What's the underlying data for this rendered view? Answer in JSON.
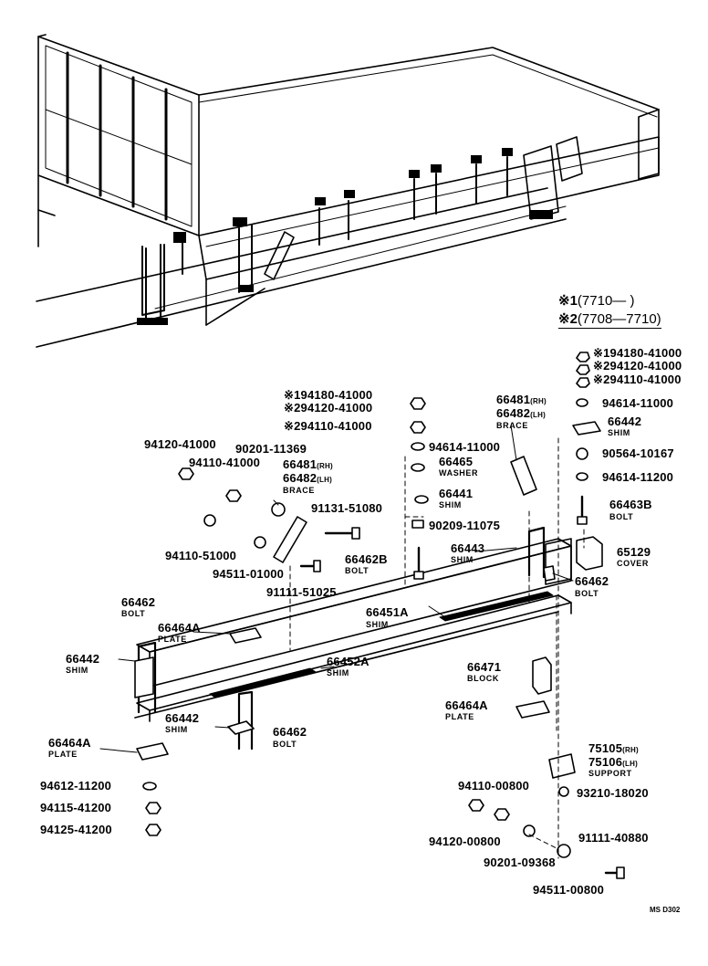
{
  "legend": [
    {
      "mark": "※1",
      "range": "(7710—      )"
    },
    {
      "mark": "※2",
      "range": "(7708—7710)"
    }
  ],
  "labels": {
    "ul_1": "※194180-41000",
    "ul_2": "※294120-41000",
    "ul_3": "※294110-41000",
    "a94120": "94120-41000",
    "a94110": "94110-41000",
    "a90201": "90201-11369",
    "a66481": "66481",
    "a66481s": "(RH)",
    "a66482": "66482",
    "a66482s": "(LH)",
    "brace": "BRACE",
    "a91131": "91131-51080",
    "a94110b": "94110-51000",
    "a94511": "94511-01000",
    "a91111": "91111-51025",
    "a66462b": "66462B",
    "bolt": "BOLT",
    "c66481": "66481",
    "c66481s": "(RH)",
    "c66482": "66482",
    "c66482s": "(LH)",
    "c_brace": "BRACE",
    "c94614": "94614-11000",
    "c66465": "66465",
    "washer": "WASHER",
    "c66441": "66441",
    "shim": "SHIM",
    "c90209": "90209-11075",
    "c66443": "66443",
    "c66462": "66462",
    "c66451A": "66451A",
    "r1": "※194180-41000",
    "r2": "※294120-41000",
    "r3": "※294110-41000",
    "r94614": "94614-11000",
    "r66442": "66442",
    "r90564": "90564-10167",
    "r94614b": "94614-11200",
    "r66463B": "66463B",
    "r65129": "65129",
    "cover": "COVER",
    "l66462": "66462",
    "l66464A": "66464A",
    "plate": "PLATE",
    "l66442": "66442",
    "l66452A": "66452A",
    "m66442": "66442",
    "m66462": "66462",
    "b66464A": "66464A",
    "b94612": "94612-11200",
    "b94115": "94115-41200",
    "b94125": "94125-41200",
    "d66471": "66471",
    "block": "BLOCK",
    "d66464A": "66464A",
    "d75105": "75105",
    "d75105s": "(RH)",
    "d75106": "75106",
    "d75106s": "(LH)",
    "support": "SUPPORT",
    "d94110": "94110-00800",
    "d93210": "93210-18020",
    "d94120": "94120-00800",
    "d91111": "91111-40880",
    "d90201": "90201-09368",
    "d94511": "94511-00800",
    "code": "MS D302"
  }
}
